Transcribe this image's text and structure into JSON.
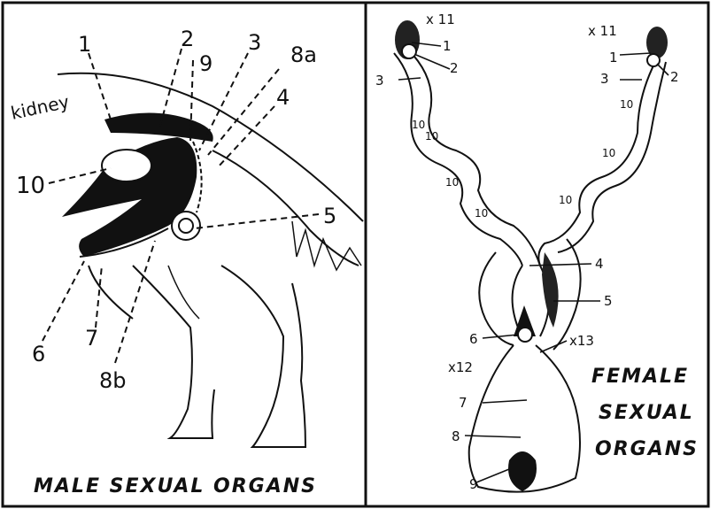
{
  "male_panel": {
    "caption": "MALE SEXUAL ORGANS",
    "kidney_label": "kidney",
    "callouts": [
      "1",
      "2",
      "9",
      "3",
      "8a",
      "4",
      "5",
      "10",
      "6",
      "7",
      "8b"
    ]
  },
  "female_panel": {
    "caption_lines": [
      "FEMALE",
      "SEXUAL",
      "ORGANS"
    ],
    "magnification_labels": [
      "x 11",
      "x 11",
      "x12",
      "x13"
    ],
    "callouts": [
      "1",
      "2",
      "3",
      "1",
      "2",
      "3",
      "4",
      "5",
      "6",
      "7",
      "8",
      "9"
    ],
    "tube_labels": [
      "10",
      "10",
      "10",
      "10",
      "10",
      "10",
      "10"
    ]
  },
  "colors": {
    "ink": "#111111",
    "paper": "#ffffff"
  }
}
